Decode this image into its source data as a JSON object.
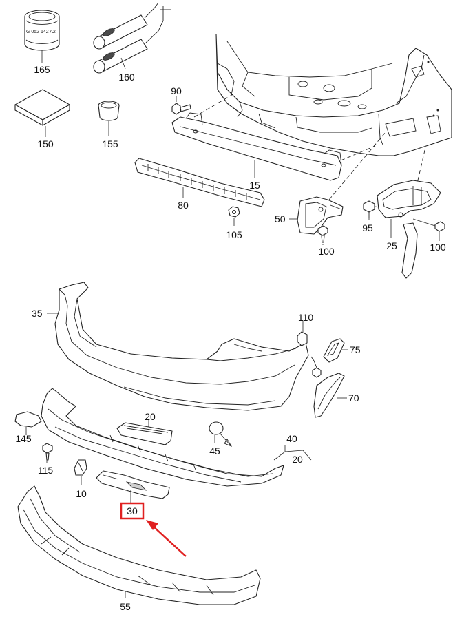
{
  "callout_color": "#e02020",
  "canister_label": "G 052 142 A2",
  "parts": [
    {
      "id": "165",
      "label": "165"
    },
    {
      "id": "160",
      "label": "160"
    },
    {
      "id": "150",
      "label": "150"
    },
    {
      "id": "155",
      "label": "155"
    },
    {
      "id": "90",
      "label": "90"
    },
    {
      "id": "15",
      "label": "15"
    },
    {
      "id": "80",
      "label": "80"
    },
    {
      "id": "105",
      "label": "105"
    },
    {
      "id": "50",
      "label": "50"
    },
    {
      "id": "100a",
      "label": "100"
    },
    {
      "id": "95",
      "label": "95"
    },
    {
      "id": "25",
      "label": "25"
    },
    {
      "id": "100b",
      "label": "100"
    },
    {
      "id": "35",
      "label": "35"
    },
    {
      "id": "110",
      "label": "110"
    },
    {
      "id": "75",
      "label": "75"
    },
    {
      "id": "70",
      "label": "70"
    },
    {
      "id": "20a",
      "label": "20"
    },
    {
      "id": "145",
      "label": "145"
    },
    {
      "id": "45",
      "label": "45"
    },
    {
      "id": "40",
      "label": "40"
    },
    {
      "id": "20b",
      "label": "20"
    },
    {
      "id": "115",
      "label": "115"
    },
    {
      "id": "10",
      "label": "10"
    },
    {
      "id": "30",
      "label": "30"
    },
    {
      "id": "55",
      "label": "55"
    }
  ],
  "highlighted_part": "30"
}
